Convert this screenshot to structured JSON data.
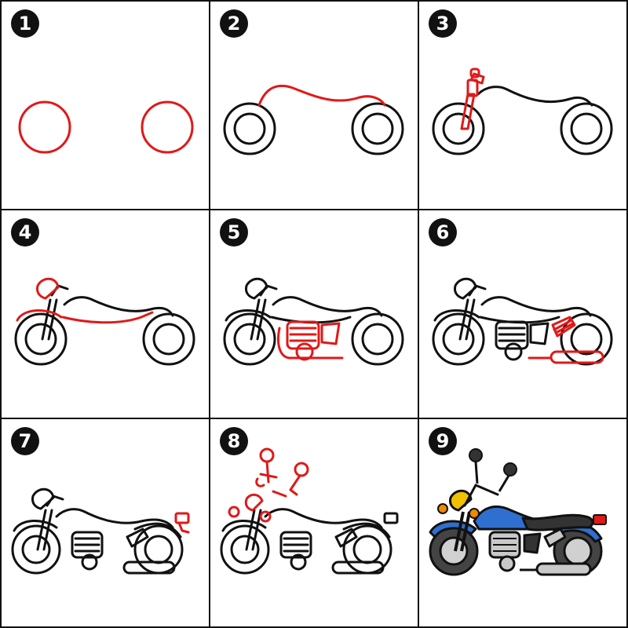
{
  "steps": [
    {
      "number": "1"
    },
    {
      "number": "2"
    },
    {
      "number": "3"
    },
    {
      "number": "4"
    },
    {
      "number": "5"
    },
    {
      "number": "6"
    },
    {
      "number": "7"
    },
    {
      "number": "8"
    },
    {
      "number": "9"
    }
  ],
  "colors": {
    "outline": "#111111",
    "new_stroke": "#e01919",
    "body_blue": "#2f6fcf",
    "seat": "#333333",
    "chrome": "#c9c9c9",
    "headlight": "#f2c200",
    "tail_light": "#e01919",
    "turn_signal": "#f08a00"
  }
}
